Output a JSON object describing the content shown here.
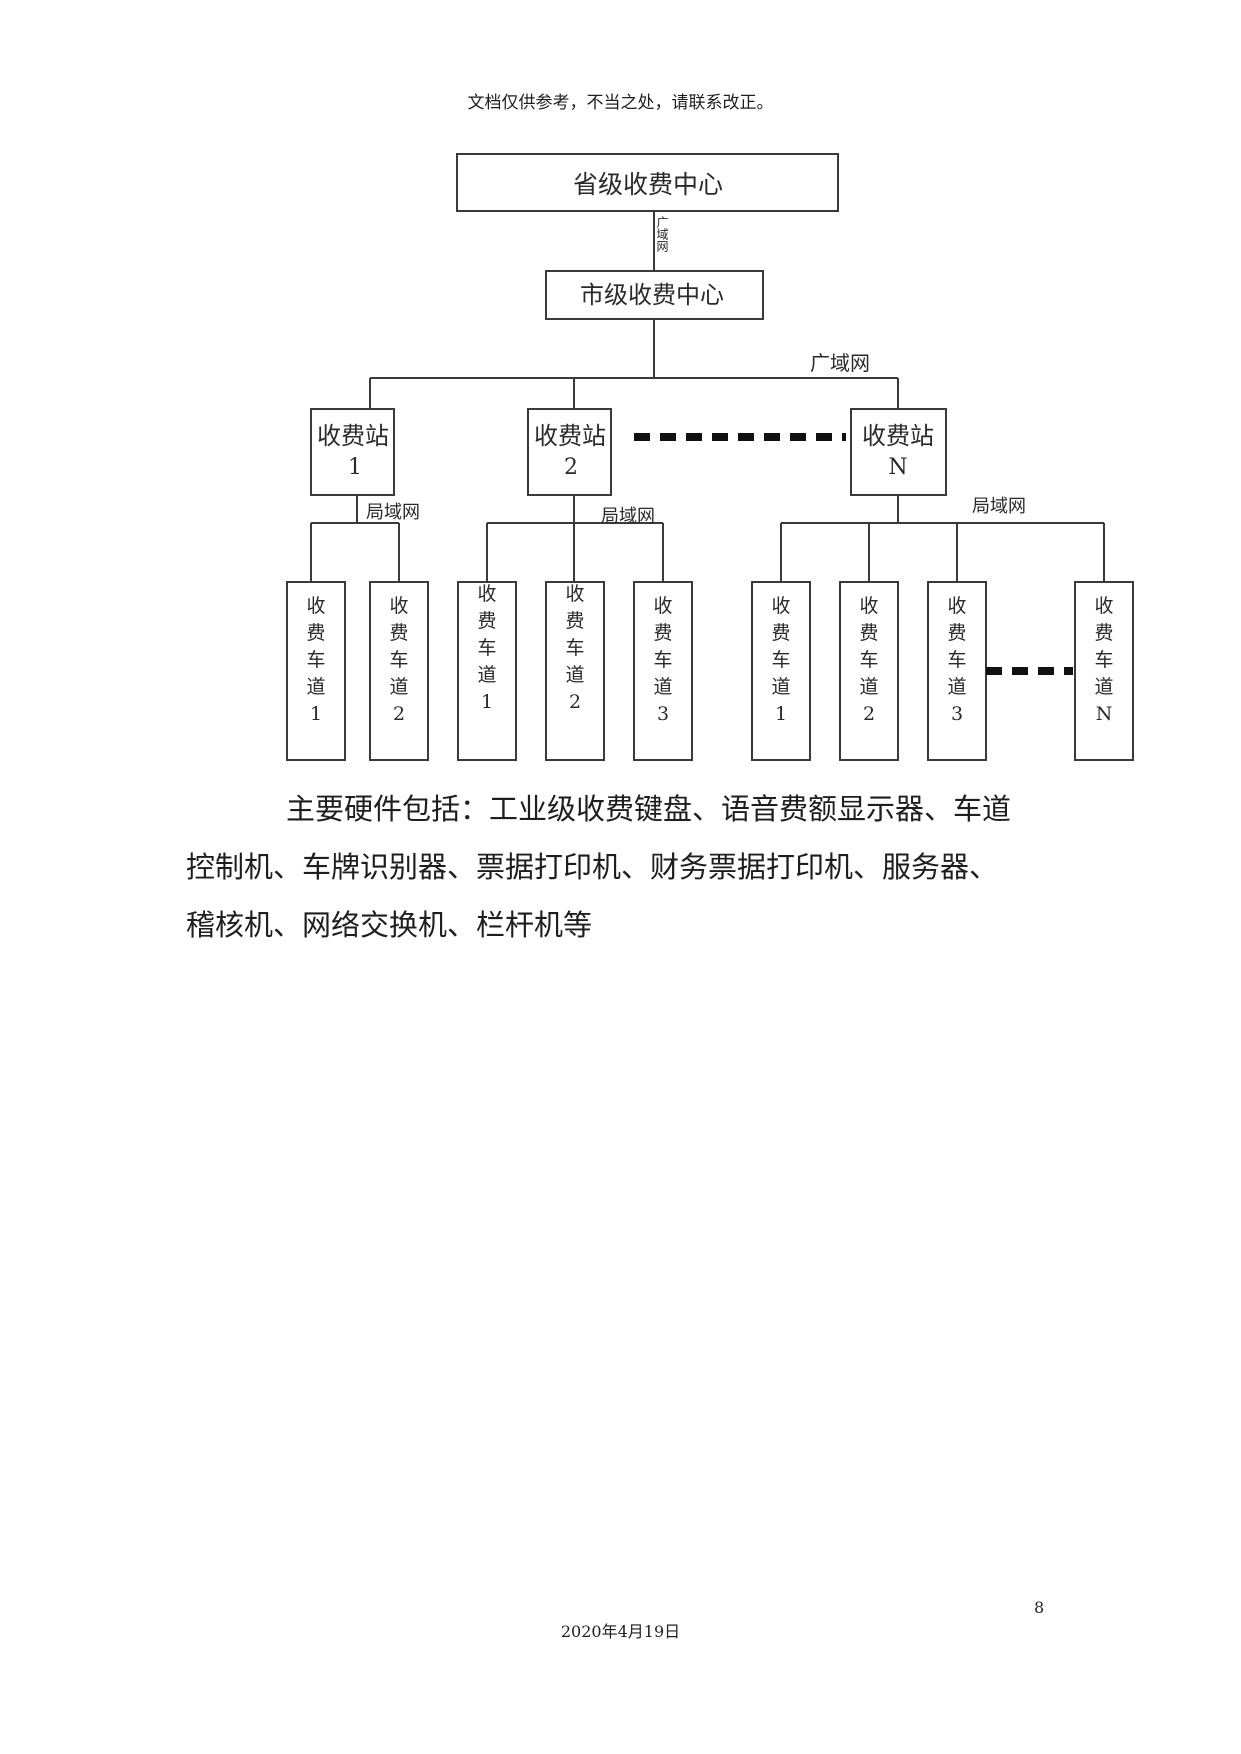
{
  "header": {
    "note": "文档仅供参考，不当之处，请联系改正。"
  },
  "diagram": {
    "province": "省级收费中心",
    "wan_vertical": "广域网",
    "city": "市级收费中心",
    "wan": "广域网",
    "stations": [
      {
        "name": "收费站",
        "num": "1",
        "lan": "局域网",
        "lanes": [
          {
            "chars": [
              "收",
              "费",
              "车",
              "道"
            ],
            "num": "1"
          },
          {
            "chars": [
              "收",
              "费",
              "车",
              "道"
            ],
            "num": "2"
          }
        ]
      },
      {
        "name": "收费站",
        "num": "2",
        "lan": "局域网",
        "lanes": [
          {
            "chars": [
              "收",
              "费",
              "车",
              "道"
            ],
            "num": "1"
          },
          {
            "chars": [
              "收",
              "费",
              "车",
              "道"
            ],
            "num": "2"
          },
          {
            "chars": [
              "收",
              "费",
              "车",
              "道"
            ],
            "num": "3"
          }
        ]
      },
      {
        "name": "收费站",
        "num": "N",
        "lan": "局域网",
        "lanes": [
          {
            "chars": [
              "收",
              "费",
              "车",
              "道"
            ],
            "num": "1"
          },
          {
            "chars": [
              "收",
              "费",
              "车",
              "道"
            ],
            "num": "2"
          },
          {
            "chars": [
              "收",
              "费",
              "车",
              "道"
            ],
            "num": "3"
          },
          {
            "chars": [
              "收",
              "费",
              "车",
              "道"
            ],
            "num": "N"
          }
        ]
      }
    ]
  },
  "body": {
    "lines": [
      "主要硬件包括：工业级收费键盘、语音费额显示器、车道",
      "控制机、车牌识别器、票据打印机、财务票据打印机、服务器、",
      "稽核机、网络交换机、栏杆机等"
    ]
  },
  "footer": {
    "page_number": "8",
    "date": "2020年4月19日"
  }
}
